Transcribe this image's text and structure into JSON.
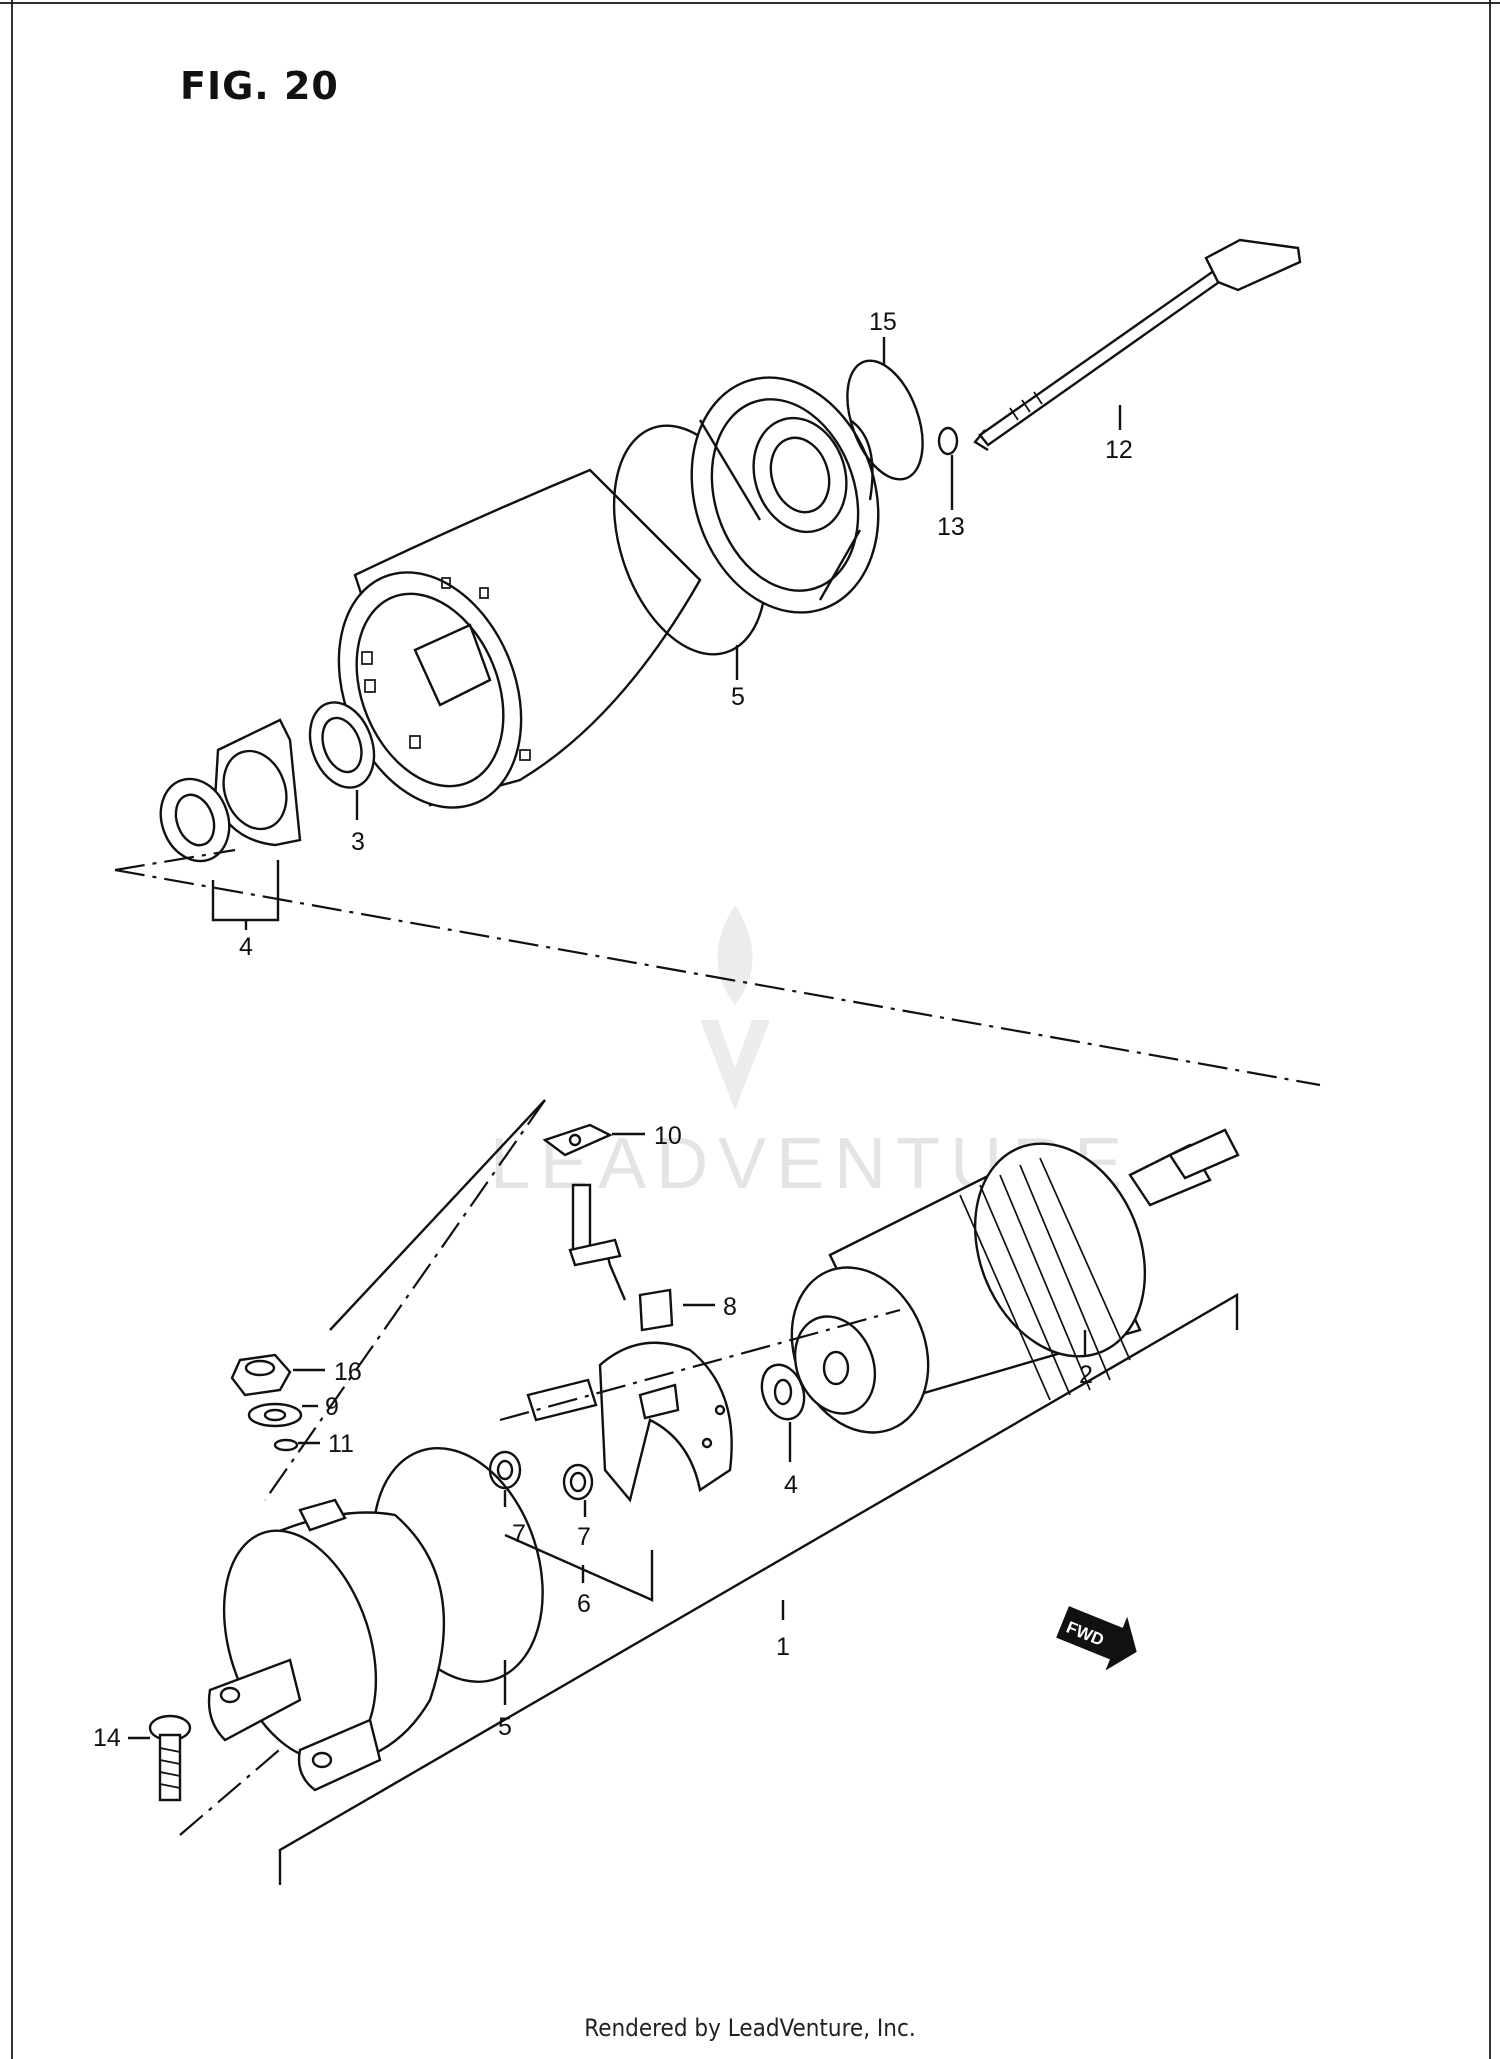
{
  "figure": {
    "title": "FIG. 20"
  },
  "watermark": {
    "text": "LEADVENTURE"
  },
  "footer": {
    "text": "Rendered by LeadVenture, Inc."
  },
  "direction_badge": {
    "label": "FWD"
  },
  "callouts": {
    "c1": "1",
    "c2": "2",
    "c3": "3",
    "c4a": "4",
    "c4b": "4",
    "c5a": "5",
    "c5b": "5",
    "c6": "6",
    "c7a": "7",
    "c7b": "7",
    "c8": "8",
    "c9": "9",
    "c10": "10",
    "c11": "11",
    "c12": "12",
    "c13": "13",
    "c14": "14",
    "c15": "15",
    "c16": "16"
  }
}
